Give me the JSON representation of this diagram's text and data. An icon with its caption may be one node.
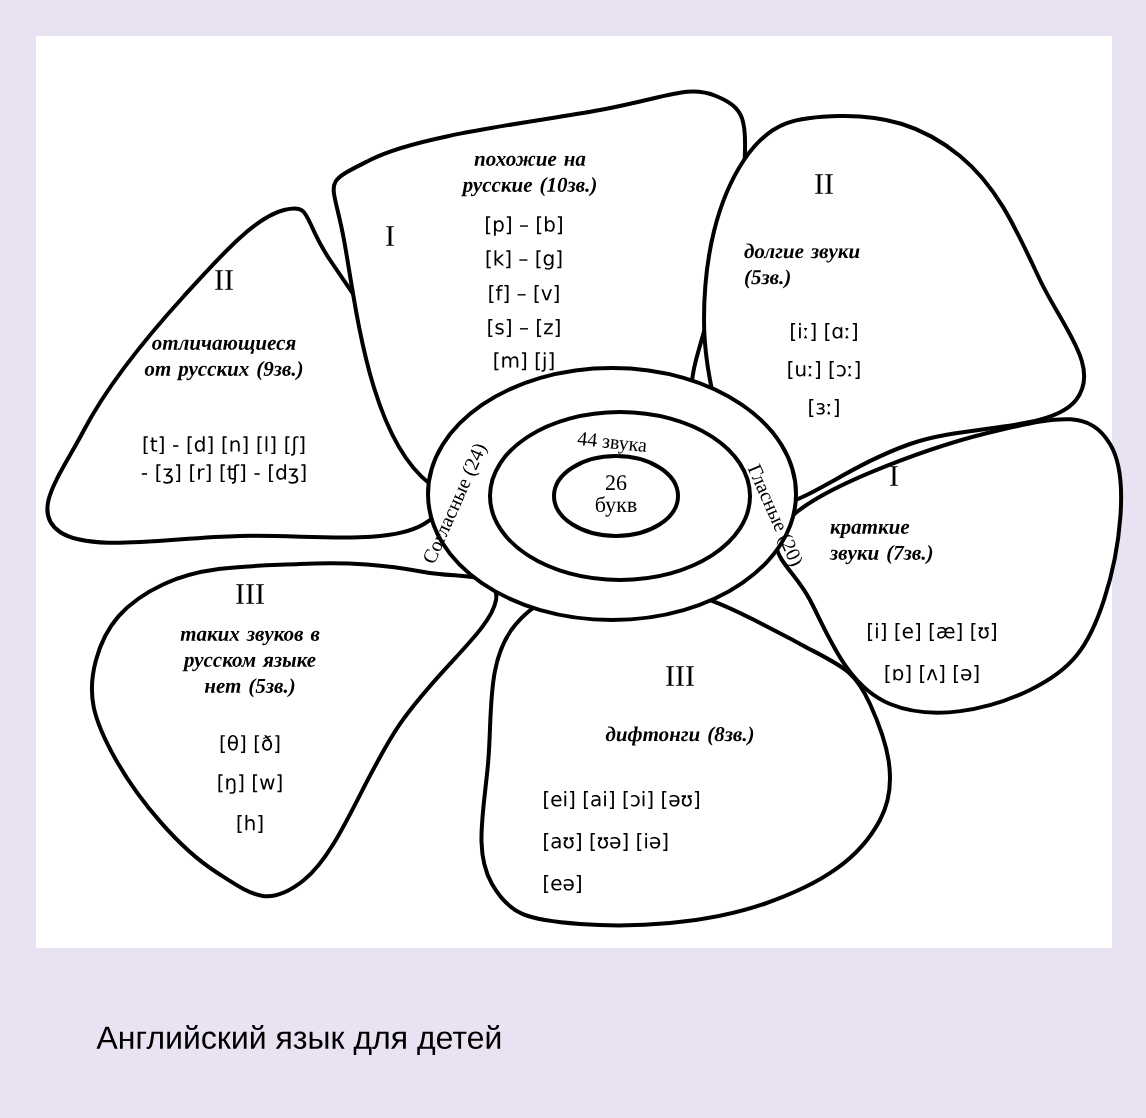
{
  "diagram": {
    "nodes": [
      {
        "text": [
          "Согласные (24)",
          "Гласные (20)"
        ]
      },
      {
        "text": [
          "44 звука"
        ],
        "in": 0
      },
      {
        "text": [
          "26 букв"
        ],
        "in": 1
      },
      {
        "text": [
          "I",
          "похожие на русские (10зв.)",
          "[p] – [b]",
          "[k] – [g]",
          "[f] – [v]",
          "[s] – [z]",
          "[m] [j]"
        ]
      },
      {
        "text": [
          "II",
          "долгие звуки (5зв.)",
          "[iː] [ɑː]",
          "[uː] [ɔː]",
          "[ɜː]"
        ]
      },
      {
        "text": [
          "II",
          "отличающиеся от русских (9зв.)",
          "[t] - [d] [n] [l] [ʃ] - [ʒ] [r] [ʧ] - [dʒ]"
        ]
      },
      {
        "text": [
          "I",
          "краткие звуки (7зв.)",
          "[i] [e] [æ] [ʊ]",
          "[ɒ] [ʌ] [ə]"
        ]
      },
      {
        "text": [
          "III",
          "таких звуков в русском языке нет (5зв.)",
          "[θ] [ð]",
          "[ŋ] [w]",
          "[h]"
        ]
      },
      {
        "text": [
          "III",
          "дифтонги (8зв.)",
          "[ei] [ai] [ɔi] [əʊ]",
          "[aʊ] [ʊə] [iə]",
          "[eə]"
        ]
      }
    ],
    "labels": [
      "Английский язык для детей"
    ]
  }
}
